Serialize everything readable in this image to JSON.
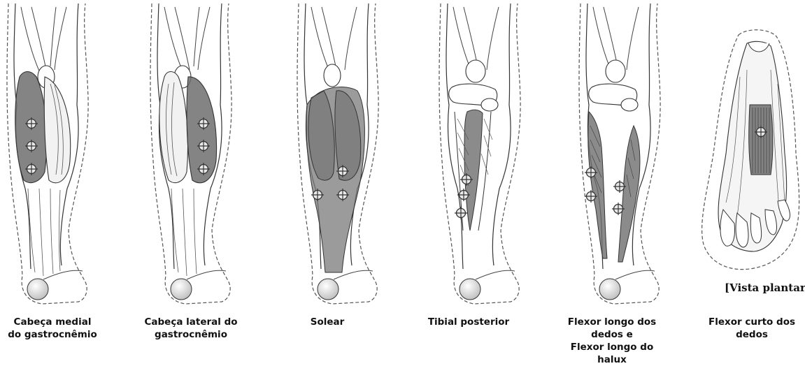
{
  "panels": [
    {
      "caption_lines": [
        "Cabeça medial",
        "do gastrocnêmio"
      ]
    },
    {
      "caption_lines": [
        "Cabeça lateral do",
        "gastrocnêmio"
      ]
    },
    {
      "caption_lines": [
        "Solear"
      ]
    },
    {
      "caption_lines": [
        "Tibial posterior"
      ]
    },
    {
      "caption_lines": [
        "Flexor longo dos",
        "dedos e",
        "Flexor longo do",
        "halux"
      ]
    },
    {
      "caption_lines": [
        "Flexor curto dos",
        "dedos"
      ]
    }
  ],
  "view_label": "[Vista plantar]",
  "colors": {
    "highlight": "#6e6e6e",
    "outline": "#333333",
    "dashed_outline": "#555555"
  },
  "icons": {
    "motor_point": "crosshair-circle-icon"
  }
}
